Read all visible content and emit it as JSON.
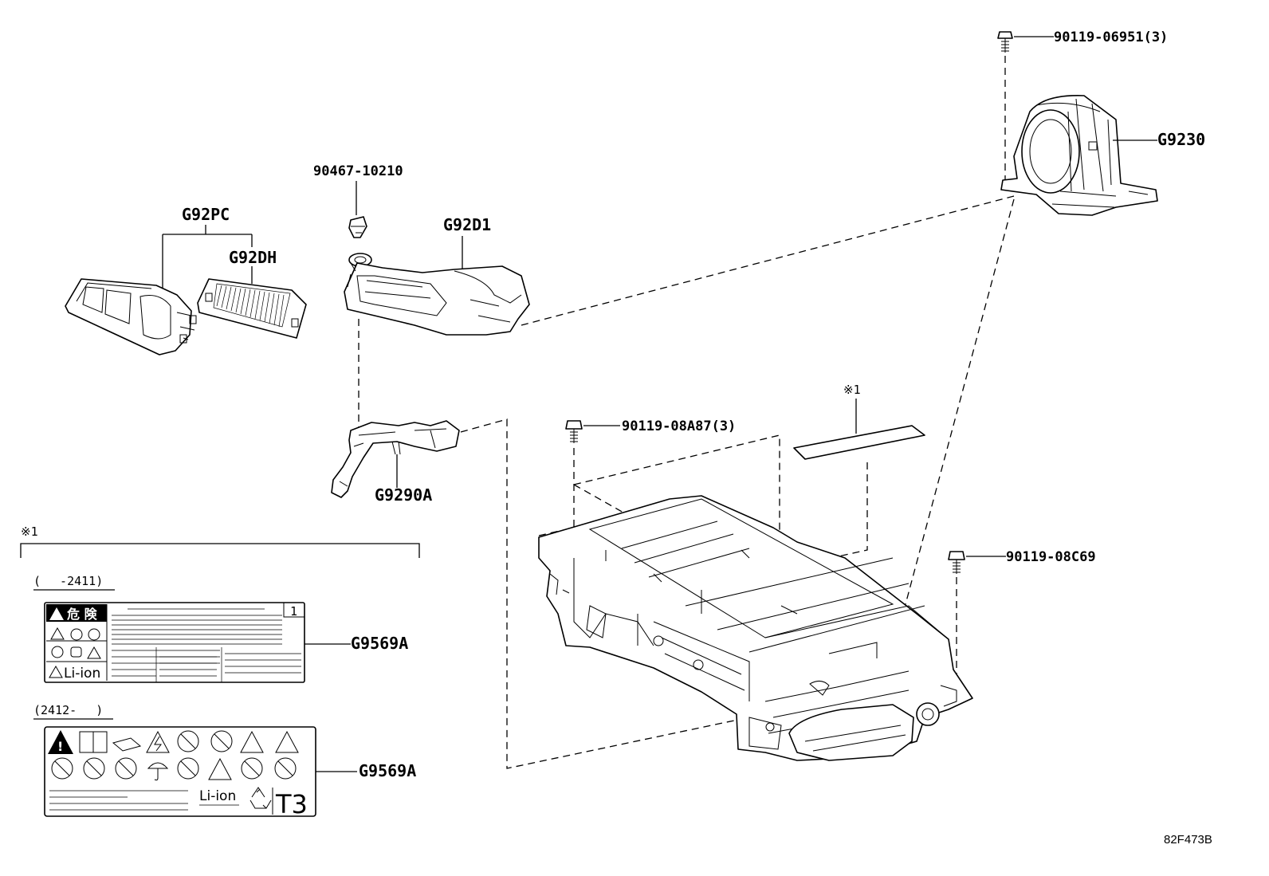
{
  "labels": {
    "g92pc": "G92PC",
    "g92dh": "G92DH",
    "clip": "90467-10210",
    "g92d1": "G92D1",
    "bolt_top": "90119-06951(3)",
    "g9230": "G9230",
    "g9290a": "G9290A",
    "note_mark_top": "※1",
    "bolt_mid": "90119-08A87(3)",
    "bolt_right": "90119-08C69",
    "note_mark_left": "※1",
    "range_early": "(　 -2411)",
    "range_late": "(2412- 　)",
    "label_part_1": "G9569A",
    "label_part_2": "G9569A",
    "diagram_code": "82F473B"
  },
  "warning_label_1": {
    "danger": "危 険",
    "corner_number": "1",
    "battery_type": "Li-ion"
  },
  "warning_label_2": {
    "battery_type": "Li-ion",
    "code": "T3"
  }
}
